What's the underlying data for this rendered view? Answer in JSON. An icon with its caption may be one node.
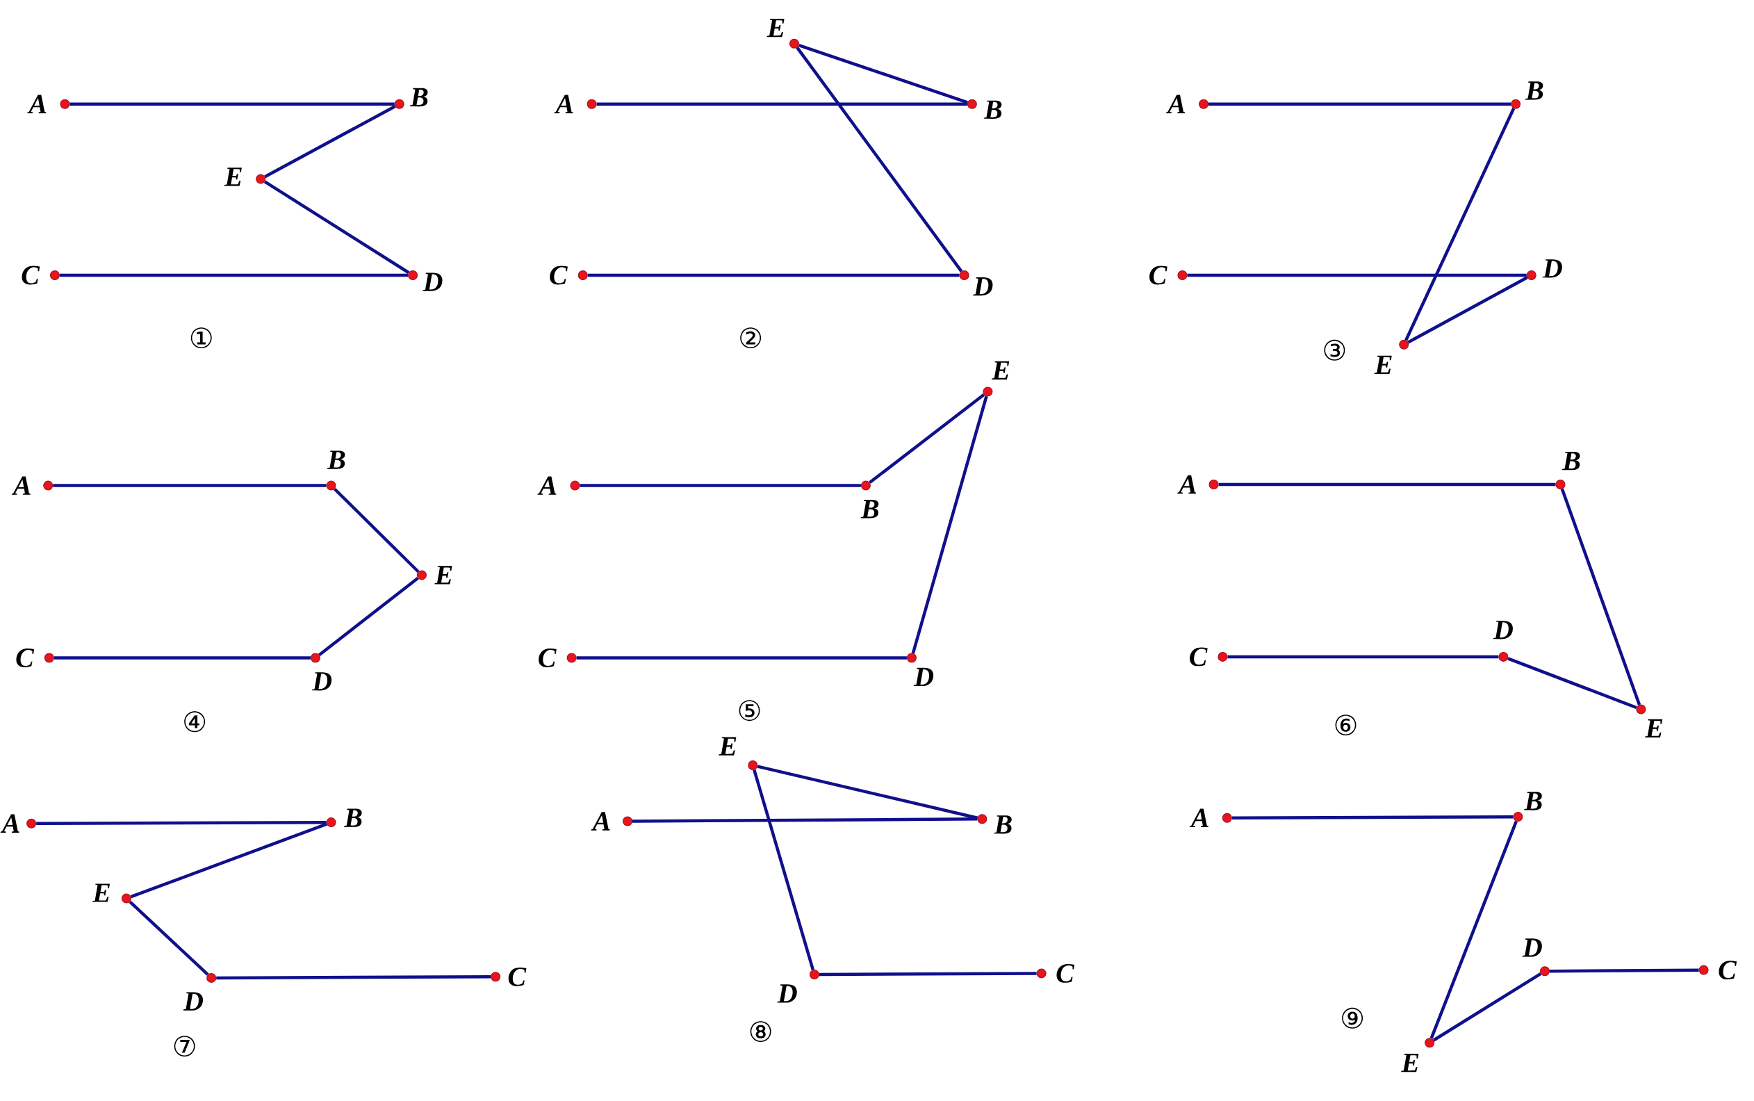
{
  "diagram": {
    "nodes": [
      {
        "text": [],
        "shape": "circle",
        "beside": [
          "A"
        ]
      },
      {
        "text": [],
        "shape": "circle",
        "beside": [
          "B"
        ]
      },
      {
        "text": [],
        "shape": "circle",
        "beside": [
          "E"
        ]
      },
      {
        "text": [],
        "shape": "circle",
        "beside": [
          "C"
        ]
      },
      {
        "text": [],
        "shape": "circle",
        "beside": [
          "D"
        ]
      },
      {
        "text": [],
        "shape": "circle",
        "beside": [
          "E"
        ]
      },
      {
        "text": [],
        "shape": "circle",
        "beside": [
          "A"
        ]
      },
      {
        "text": [],
        "shape": "circle",
        "beside": [
          "B"
        ]
      },
      {
        "text": [],
        "shape": "circle",
        "beside": [
          "C"
        ]
      },
      {
        "text": [],
        "shape": "circle",
        "beside": [
          "D"
        ]
      },
      {
        "text": [],
        "shape": "circle",
        "beside": [
          "A"
        ]
      },
      {
        "text": [],
        "shape": "circle",
        "beside": [
          "B"
        ]
      },
      {
        "text": [],
        "shape": "circle",
        "beside": [
          "C"
        ]
      },
      {
        "text": [],
        "shape": "circle",
        "beside": [
          "D"
        ]
      },
      {
        "text": [],
        "shape": "circle",
        "beside": [
          "E"
        ]
      },
      {
        "text": [],
        "shape": "circle",
        "beside": [
          "A"
        ]
      },
      {
        "text": [],
        "shape": "circle",
        "beside": [
          "B"
        ]
      },
      {
        "text": [],
        "shape": "circle",
        "beside": [
          "E"
        ]
      },
      {
        "text": [],
        "shape": "circle",
        "beside": [
          "C"
        ]
      },
      {
        "text": [],
        "shape": "circle",
        "beside": [
          "D"
        ]
      },
      {
        "text": [],
        "shape": "circle",
        "beside": [
          "E"
        ]
      },
      {
        "text": [],
        "shape": "circle",
        "beside": [
          "A"
        ]
      },
      {
        "text": [],
        "shape": "circle",
        "beside": [
          "B"
        ]
      },
      {
        "text": [],
        "shape": "circle",
        "beside": [
          "C"
        ]
      },
      {
        "text": [],
        "shape": "circle",
        "beside": [
          "D"
        ]
      },
      {
        "text": [],
        "shape": "circle",
        "beside": [
          "A"
        ]
      },
      {
        "text": [],
        "shape": "circle",
        "beside": [
          "B"
        ]
      },
      {
        "text": [],
        "shape": "circle",
        "beside": [
          "D"
        ]
      },
      {
        "text": [],
        "shape": "circle",
        "beside": [
          "C"
        ]
      },
      {
        "text": [],
        "shape": "circle",
        "beside": [
          "E"
        ]
      },
      {
        "text": [],
        "shape": "circle",
        "beside": [
          "A"
        ]
      },
      {
        "text": [],
        "shape": "circle",
        "beside": [
          "B"
        ]
      },
      {
        "text": [],
        "shape": "circle",
        "beside": [
          "E"
        ]
      },
      {
        "text": [],
        "shape": "circle",
        "beside": [
          "D"
        ]
      },
      {
        "text": [],
        "shape": "circle",
        "beside": [
          "C"
        ]
      },
      {
        "text": [],
        "shape": "circle",
        "beside": [
          "E"
        ]
      },
      {
        "text": [],
        "shape": "circle",
        "beside": [
          "A"
        ]
      },
      {
        "text": [],
        "shape": "circle",
        "beside": [
          "B"
        ]
      },
      {
        "text": [],
        "shape": "circle",
        "beside": [
          "D"
        ]
      },
      {
        "text": [],
        "shape": "circle",
        "beside": [
          "C"
        ]
      },
      {
        "text": [],
        "shape": "circle",
        "beside": [
          "A"
        ]
      },
      {
        "text": [],
        "shape": "circle",
        "beside": [
          "B"
        ]
      },
      {
        "text": [],
        "shape": "circle",
        "beside": [
          "D"
        ]
      },
      {
        "text": [],
        "shape": "circle",
        "beside": [
          "C"
        ]
      },
      {
        "text": [],
        "shape": "circle",
        "beside": [
          "E"
        ]
      }
    ],
    "edges": [
      {
        "from": 0,
        "to": 1,
        "arrow": "none"
      },
      {
        "from": 1,
        "to": 2,
        "arrow": "none"
      },
      {
        "from": 2,
        "to": 4,
        "arrow": "none"
      },
      {
        "from": 3,
        "to": 4,
        "arrow": "none"
      },
      {
        "from": 6,
        "to": 7,
        "arrow": "none"
      },
      {
        "from": 5,
        "to": 7,
        "arrow": "none"
      },
      {
        "from": 5,
        "to": 9,
        "arrow": "none"
      },
      {
        "from": 8,
        "to": 9,
        "arrow": "none"
      },
      {
        "from": 10,
        "to": 11,
        "arrow": "none"
      },
      {
        "from": 11,
        "to": 14,
        "arrow": "none"
      },
      {
        "from": 14,
        "to": 13,
        "arrow": "none"
      },
      {
        "from": 12,
        "to": 13,
        "arrow": "none"
      },
      {
        "from": 15,
        "to": 16,
        "arrow": "none"
      },
      {
        "from": 16,
        "to": 17,
        "arrow": "none"
      },
      {
        "from": 17,
        "to": 19,
        "arrow": "none"
      },
      {
        "from": 18,
        "to": 19,
        "arrow": "none"
      },
      {
        "from": 21,
        "to": 22,
        "arrow": "none"
      },
      {
        "from": 22,
        "to": 20,
        "arrow": "none"
      },
      {
        "from": 20,
        "to": 24,
        "arrow": "none"
      },
      {
        "from": 23,
        "to": 24,
        "arrow": "none"
      },
      {
        "from": 25,
        "to": 26,
        "arrow": "none"
      },
      {
        "from": 26,
        "to": 29,
        "arrow": "none"
      },
      {
        "from": 29,
        "to": 27,
        "arrow": "none"
      },
      {
        "from": 28,
        "to": 27,
        "arrow": "none"
      },
      {
        "from": 30,
        "to": 31,
        "arrow": "none"
      },
      {
        "from": 31,
        "to": 32,
        "arrow": "none"
      },
      {
        "from": 32,
        "to": 33,
        "arrow": "none"
      },
      {
        "from": 33,
        "to": 34,
        "arrow": "none"
      },
      {
        "from": 36,
        "to": 37,
        "arrow": "none"
      },
      {
        "from": 35,
        "to": 37,
        "arrow": "none"
      },
      {
        "from": 35,
        "to": 38,
        "arrow": "none"
      },
      {
        "from": 38,
        "to": 39,
        "arrow": "none"
      },
      {
        "from": 40,
        "to": 41,
        "arrow": "none"
      },
      {
        "from": 41,
        "to": 44,
        "arrow": "none"
      },
      {
        "from": 44,
        "to": 42,
        "arrow": "none"
      },
      {
        "from": 42,
        "to": 43,
        "arrow": "none"
      }
    ],
    "labels": [
      "①",
      "②",
      "③",
      "④",
      "⑤",
      "⑥",
      "⑦",
      "⑧",
      "⑨"
    ]
  }
}
